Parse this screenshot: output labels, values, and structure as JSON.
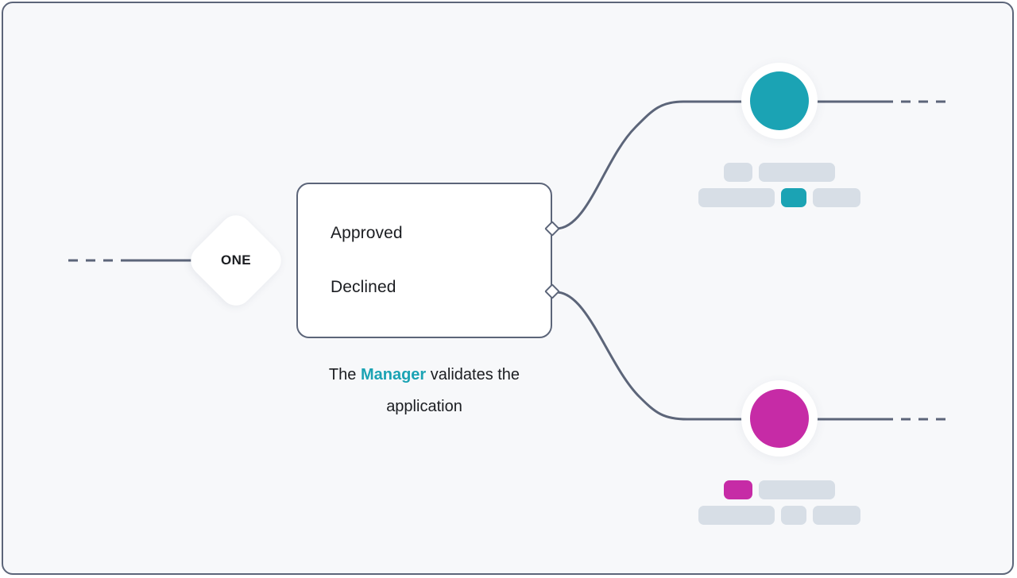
{
  "theme": {
    "background": "#f7f8fa",
    "frame_border": "#5c6579",
    "edge_stroke": "#5c6579",
    "card_background": "#ffffff",
    "text": "#1b1d21",
    "accent_teal": "#1ba3b4",
    "accent_magenta": "#c62ba6",
    "skeleton_gray": "#d7dee6"
  },
  "start_node": {
    "label": "ONE",
    "shape": "diamond"
  },
  "decision_card": {
    "options": [
      {
        "label": "Approved",
        "port": "port-approved"
      },
      {
        "label": "Declined",
        "port": "port-declined"
      }
    ]
  },
  "caption": {
    "prefix": "The ",
    "accent": "Manager",
    "suffix": " validates the application"
  },
  "outcomes": [
    {
      "id": "approved",
      "avatar_color": "#1ba3b4",
      "skeleton": [
        [
          {
            "width": 36,
            "color": "#d7dee6"
          },
          {
            "width": 96,
            "color": "#d7dee6"
          }
        ],
        [
          {
            "width": 96,
            "color": "#d7dee6"
          },
          {
            "width": 32,
            "color": "#1ba3b4"
          },
          {
            "width": 60,
            "color": "#d7dee6"
          }
        ]
      ]
    },
    {
      "id": "declined",
      "avatar_color": "#c62ba6",
      "skeleton": [
        [
          {
            "width": 36,
            "color": "#c62ba6"
          },
          {
            "width": 96,
            "color": "#d7dee6"
          }
        ],
        [
          {
            "width": 96,
            "color": "#d7dee6"
          },
          {
            "width": 32,
            "color": "#d7dee6"
          },
          {
            "width": 60,
            "color": "#d7dee6"
          }
        ]
      ]
    }
  ],
  "edges": [
    {
      "id": "edge-entry-dashed",
      "style": "dashed"
    },
    {
      "id": "edge-entry-solid",
      "style": "solid"
    },
    {
      "id": "edge-approved-curve",
      "style": "solid"
    },
    {
      "id": "edge-approved-exit-solid",
      "style": "solid"
    },
    {
      "id": "edge-approved-exit-dashed",
      "style": "dashed"
    },
    {
      "id": "edge-declined-curve",
      "style": "solid"
    },
    {
      "id": "edge-declined-exit-solid",
      "style": "solid"
    },
    {
      "id": "edge-declined-exit-dashed",
      "style": "dashed"
    }
  ]
}
